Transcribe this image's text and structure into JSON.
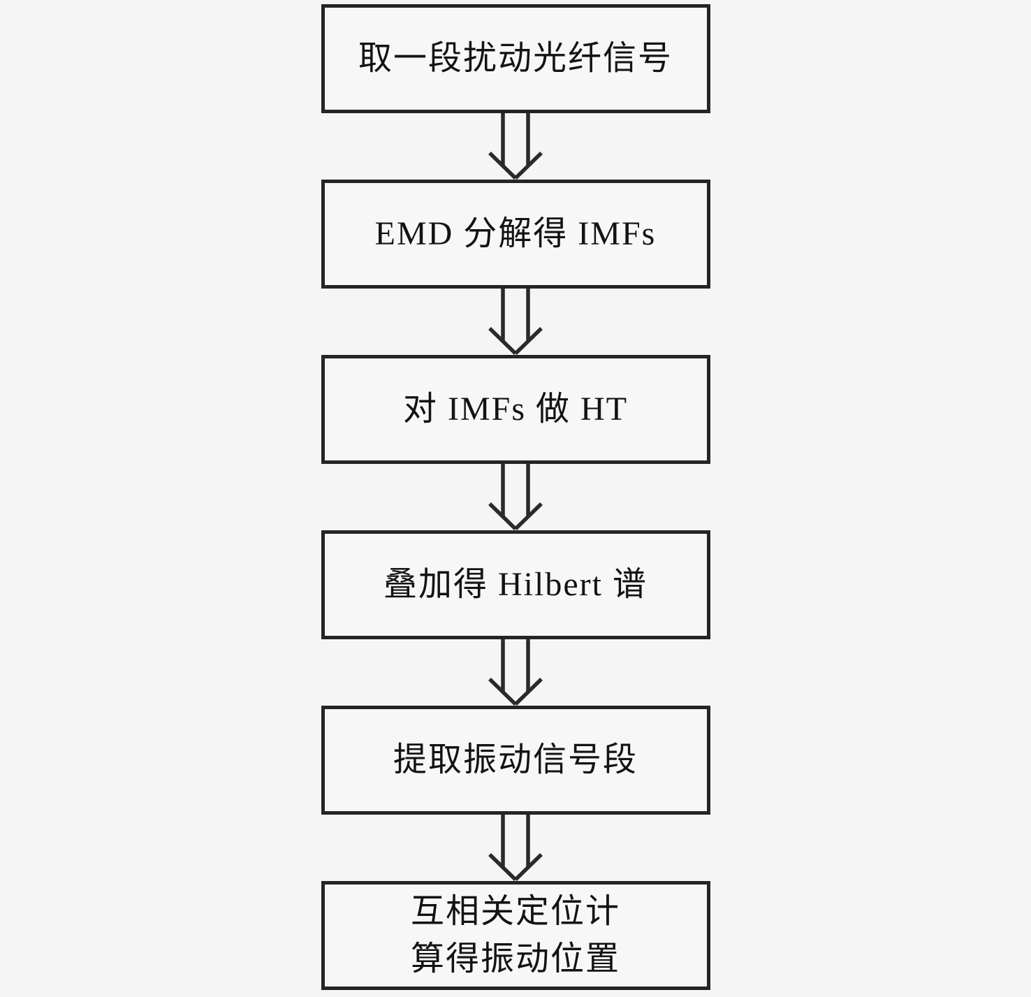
{
  "page": {
    "background_color": "#f5f5f5",
    "line_color": "#2a2a2a"
  },
  "diagram": {
    "type": "flowchart",
    "direction": "top-down",
    "connector_icon": "hollow-down-arrow",
    "steps": [
      {
        "lines": [
          "取一段扰动光纤信号"
        ]
      },
      {
        "lines": [
          "EMD 分解得 IMFs"
        ]
      },
      {
        "lines": [
          "对 IMFs 做 HT"
        ]
      },
      {
        "lines": [
          "叠加得 Hilbert 谱"
        ]
      },
      {
        "lines": [
          "提取振动信号段"
        ]
      },
      {
        "lines": [
          "互相关定位计",
          "算得振动位置"
        ]
      }
    ]
  }
}
